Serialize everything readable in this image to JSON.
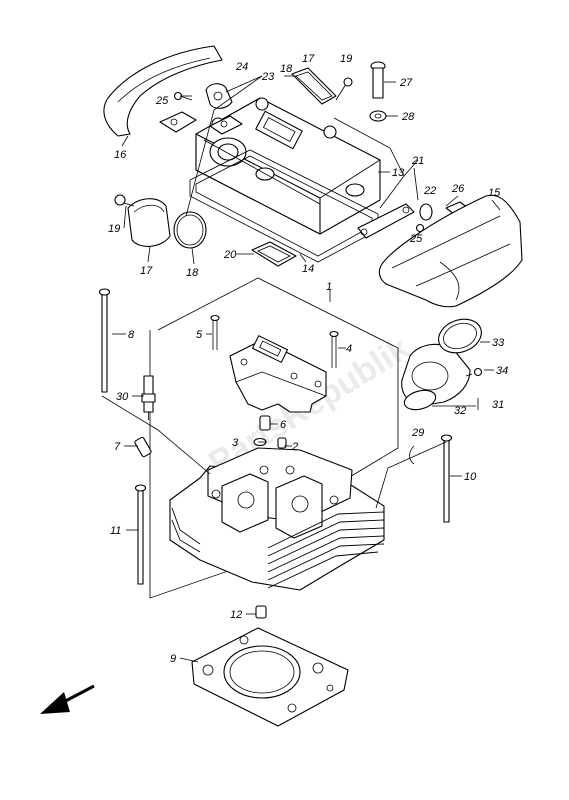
{
  "watermark": "PartsRepublik",
  "callouts": {
    "p1": "1",
    "p2": "2",
    "p3": "3",
    "p4": "4",
    "p5": "5",
    "p6": "6",
    "p7": "7",
    "p8": "8",
    "p9": "9",
    "p10": "10",
    "p11": "11",
    "p12": "12",
    "p13": "13",
    "p14": "14",
    "p15": "15",
    "p16": "16",
    "p17a": "17",
    "p17b": "17",
    "p18a": "18",
    "p18b": "18",
    "p19a": "19",
    "p19b": "19",
    "p20": "20",
    "p21": "21",
    "p22": "22",
    "p23": "23",
    "p24": "24",
    "p25a": "25",
    "p25b": "25",
    "p26": "26",
    "p27": "27",
    "p28": "28",
    "p29": "29",
    "p30": "30",
    "p31": "31",
    "p32": "32",
    "p33": "33",
    "p34": "34"
  },
  "icons": {
    "direction": "front-direction-arrow-icon"
  }
}
